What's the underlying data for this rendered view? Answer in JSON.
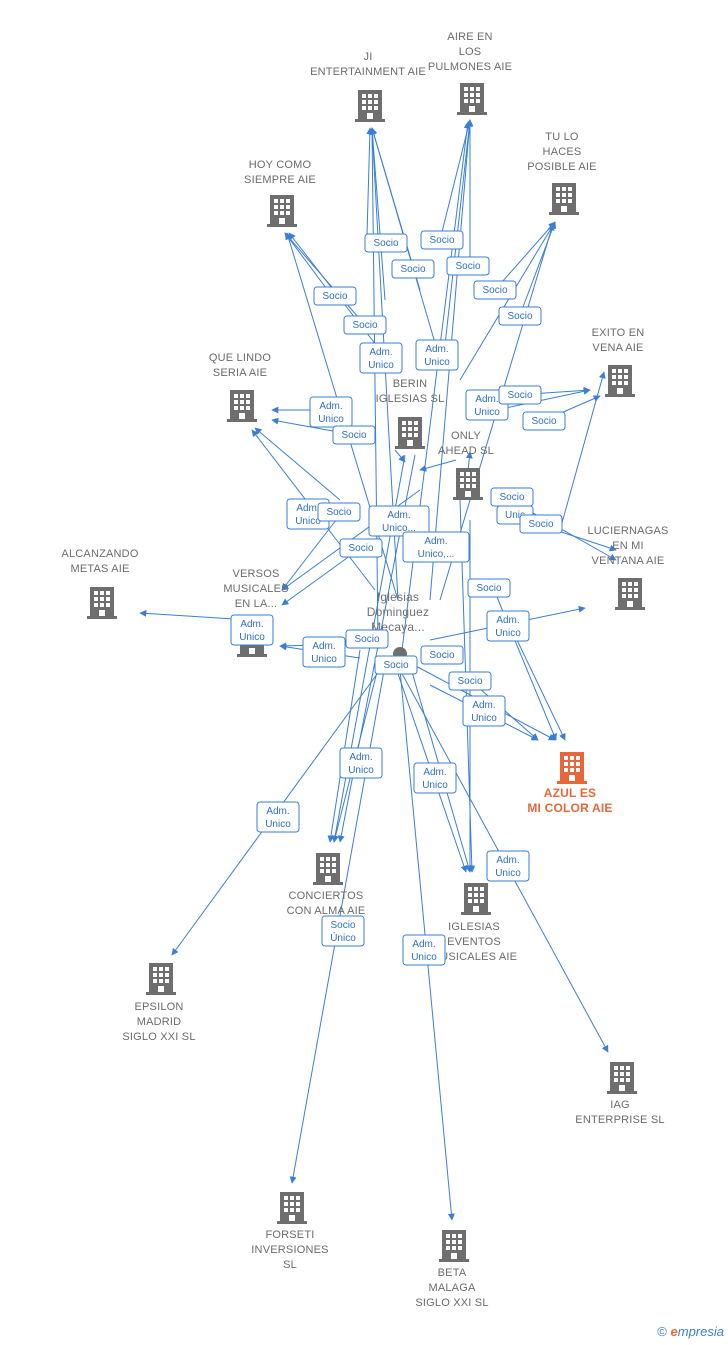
{
  "nodes": [
    {
      "id": "ji",
      "label": [
        "JI",
        "ENTERTAINMENT AIE"
      ]
    },
    {
      "id": "aire",
      "label": [
        "AIRE EN",
        "LOS",
        "PULMONES AIE"
      ]
    },
    {
      "id": "tulo",
      "label": [
        "TU LO",
        "HACES",
        "POSIBLE AIE"
      ]
    },
    {
      "id": "hoy",
      "label": [
        "HOY COMO",
        "SIEMPRE AIE"
      ]
    },
    {
      "id": "exito",
      "label": [
        "EXITO EN",
        "VENA AIE"
      ]
    },
    {
      "id": "quelindo",
      "label": [
        "QUE LINDO",
        "SERIA AIE"
      ]
    },
    {
      "id": "berin",
      "label": [
        "BERIN",
        "IGLESIAS  SL"
      ]
    },
    {
      "id": "only",
      "label": [
        "ONLY",
        "AHEAD  SL"
      ]
    },
    {
      "id": "luciernagas",
      "label": [
        "LUCIERNAGAS",
        "EN MI",
        "VENTANA AIE"
      ]
    },
    {
      "id": "alcanzando",
      "label": [
        "ALCANZANDO",
        "METAS AIE"
      ]
    },
    {
      "id": "versos",
      "label": [
        "VERSOS",
        "MUSICALES",
        "EN LA..."
      ]
    },
    {
      "id": "person",
      "label": [
        "Iglesias",
        "Dominguez",
        "Mecaya..."
      ]
    },
    {
      "id": "azul",
      "label": [
        "AZUL ES",
        "MI COLOR AIE"
      ]
    },
    {
      "id": "conciertos",
      "label": [
        "CONCIERTOS",
        "CON ALMA AIE"
      ]
    },
    {
      "id": "iglesias_ev",
      "label": [
        "IGLESIAS",
        "EVENTOS",
        "MUSICALES AIE"
      ]
    },
    {
      "id": "epsilon",
      "label": [
        "EPSILON",
        "MADRID",
        "SIGLO XXI  SL"
      ]
    },
    {
      "id": "iag",
      "label": [
        "IAG",
        "ENTERPRISE SL"
      ]
    },
    {
      "id": "forseti",
      "label": [
        "FORSETI",
        "INVERSIONES",
        "SL"
      ]
    },
    {
      "id": "beta",
      "label": [
        "BETA",
        "MALAGA",
        "SIGLO XXI  SL"
      ]
    }
  ],
  "edge_labels": [
    {
      "id": "l1",
      "text": [
        "Socio"
      ]
    },
    {
      "id": "l2",
      "text": [
        "Socio"
      ]
    },
    {
      "id": "l3",
      "text": [
        "Socio"
      ]
    },
    {
      "id": "l4",
      "text": [
        "Socio"
      ]
    },
    {
      "id": "l5",
      "text": [
        "Socio"
      ]
    },
    {
      "id": "l6",
      "text": [
        "Socio"
      ]
    },
    {
      "id": "l7",
      "text": [
        "Socio"
      ]
    },
    {
      "id": "l8",
      "text": [
        "Socio"
      ]
    },
    {
      "id": "l9",
      "text": [
        "Adm.",
        "Unico"
      ]
    },
    {
      "id": "l10",
      "text": [
        "Adm.",
        "Unico"
      ]
    },
    {
      "id": "l11",
      "text": [
        "Adm.",
        "Unico"
      ]
    },
    {
      "id": "l12",
      "text": [
        "Socio"
      ]
    },
    {
      "id": "l13",
      "text": [
        "Socio"
      ]
    },
    {
      "id": "l14",
      "text": [
        "Adm.",
        "Unico"
      ]
    },
    {
      "id": "l15",
      "text": [
        "Socio"
      ]
    },
    {
      "id": "l16",
      "text": [
        "Adm.",
        "Unico"
      ]
    },
    {
      "id": "l17",
      "text": [
        "Socio"
      ]
    },
    {
      "id": "l18",
      "text": [
        "Socio"
      ]
    },
    {
      "id": "l19",
      "text": [
        "Unic"
      ]
    },
    {
      "id": "l20",
      "text": [
        "Socio"
      ]
    },
    {
      "id": "l21",
      "text": [
        "Adm.",
        "Unico..."
      ]
    },
    {
      "id": "l22",
      "text": [
        "Adm.",
        "Unico,..."
      ]
    },
    {
      "id": "l23",
      "text": [
        "Socio"
      ]
    },
    {
      "id": "l24",
      "text": [
        "Socio"
      ]
    },
    {
      "id": "l25",
      "text": [
        "Adm.",
        "Unico"
      ]
    },
    {
      "id": "l26",
      "text": [
        "Adm.",
        "Unico"
      ]
    },
    {
      "id": "l27",
      "text": [
        "Socio"
      ]
    },
    {
      "id": "l28",
      "text": [
        "Socio"
      ]
    },
    {
      "id": "l29",
      "text": [
        "Socio"
      ]
    },
    {
      "id": "l30",
      "text": [
        "Socio"
      ]
    },
    {
      "id": "l31",
      "text": [
        "Adm.",
        "Unico"
      ]
    },
    {
      "id": "l32",
      "text": [
        "Adm.",
        "Unico"
      ]
    },
    {
      "id": "l33",
      "text": [
        "Adm.",
        "Unico"
      ]
    },
    {
      "id": "l34",
      "text": [
        "Adm.",
        "Unico"
      ]
    },
    {
      "id": "l35",
      "text": [
        "Adm.",
        "Unico"
      ]
    },
    {
      "id": "l36",
      "text": [
        "Adm.",
        "Unico"
      ]
    },
    {
      "id": "l37",
      "text": [
        "Socio",
        "Único"
      ]
    },
    {
      "id": "l38",
      "text": [
        "Adm.",
        "Unico"
      ]
    }
  ],
  "footer": {
    "copyright": "©",
    "brand_e": "e",
    "brand_rest": "mpresia"
  },
  "colors": {
    "edge": "#3a7fd5",
    "building": "#6e6e6e",
    "highlight": "#e8673a"
  }
}
